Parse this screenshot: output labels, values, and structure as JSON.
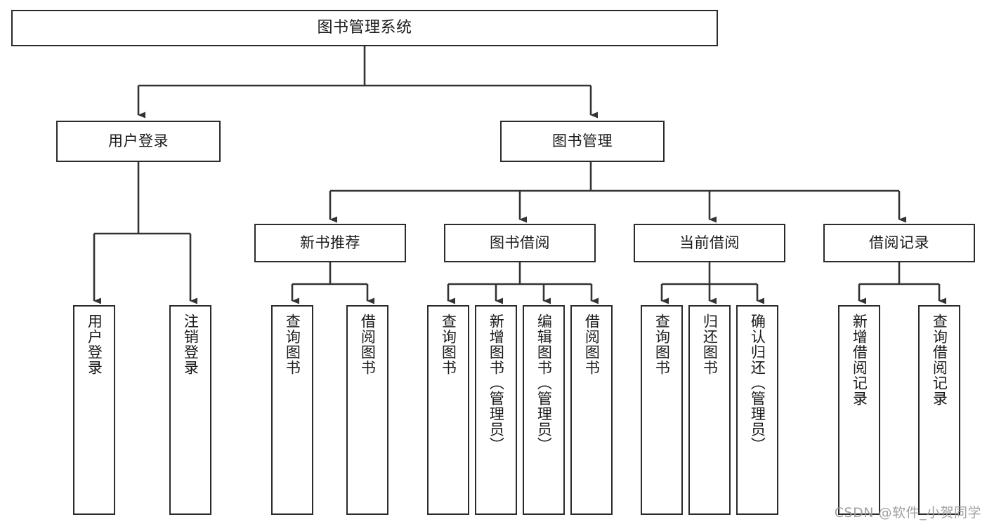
{
  "diagram": {
    "title": "图书管理系统",
    "type": "tree",
    "root": {
      "label": "图书管理系统"
    },
    "level2": [
      {
        "id": "user-login",
        "label": "用户登录"
      },
      {
        "id": "book-management",
        "label": "图书管理"
      }
    ],
    "level3": [
      {
        "id": "new-book-recommend",
        "label": "新书推荐",
        "parent": "book-management"
      },
      {
        "id": "book-borrow",
        "label": "图书借阅",
        "parent": "book-management"
      },
      {
        "id": "current-borrow",
        "label": "当前借阅",
        "parent": "book-management"
      },
      {
        "id": "borrow-record",
        "label": "借阅记录",
        "parent": "book-management"
      }
    ],
    "leaves": [
      {
        "id": "leaf-user-login",
        "label": "用户登录",
        "parent": "user-login"
      },
      {
        "id": "leaf-logout-login",
        "label": "注销登录",
        "parent": "user-login"
      },
      {
        "id": "leaf-query-book-1",
        "label": "查询图书",
        "parent": "new-book-recommend"
      },
      {
        "id": "leaf-borrow-book-1",
        "label": "借阅图书",
        "parent": "new-book-recommend"
      },
      {
        "id": "leaf-query-book-2",
        "label": "查询图书",
        "parent": "book-borrow"
      },
      {
        "id": "leaf-add-book",
        "label": "新增图书（管理员）",
        "parent": "book-borrow"
      },
      {
        "id": "leaf-edit-book",
        "label": "编辑图书（管理员）",
        "parent": "book-borrow"
      },
      {
        "id": "leaf-borrow-book-2",
        "label": "借阅图书",
        "parent": "book-borrow"
      },
      {
        "id": "leaf-query-book-3",
        "label": "查询图书",
        "parent": "current-borrow"
      },
      {
        "id": "leaf-return-book",
        "label": "归还图书",
        "parent": "current-borrow"
      },
      {
        "id": "leaf-confirm-return",
        "label": "确认归还（管理员）",
        "parent": "current-borrow"
      },
      {
        "id": "leaf-add-record",
        "label": "新增借阅记录",
        "parent": "borrow-record"
      },
      {
        "id": "leaf-query-record",
        "label": "查询借阅记录",
        "parent": "borrow-record"
      }
    ]
  },
  "watermark": {
    "text": "CSDN @软件_小贺同学"
  },
  "colors": {
    "border": "#2b2b2b",
    "connector": "#333333",
    "text": "#1a1a1a",
    "background": "#ffffff",
    "watermark": "#9b9b9b"
  }
}
